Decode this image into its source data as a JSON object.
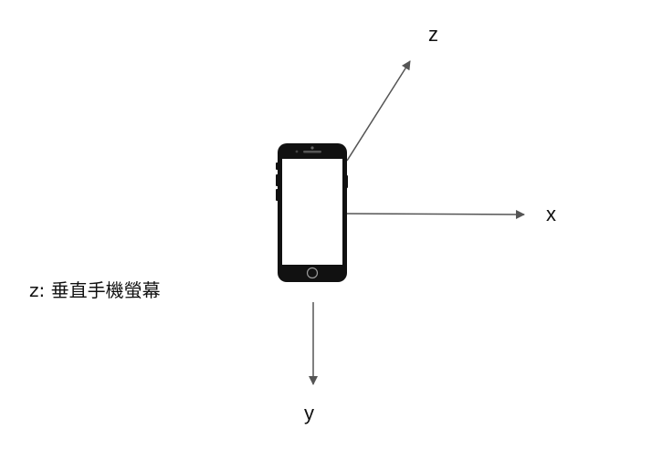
{
  "axes": {
    "x_label": "x",
    "y_label": "y",
    "z_label": "z"
  },
  "note": "z: 垂直手機螢幕",
  "colors": {
    "axis_line": "#555555",
    "phone_body": "#111111",
    "phone_screen": "#ffffff",
    "text": "#111111"
  },
  "icons": {
    "device": "smartphone-icon"
  }
}
